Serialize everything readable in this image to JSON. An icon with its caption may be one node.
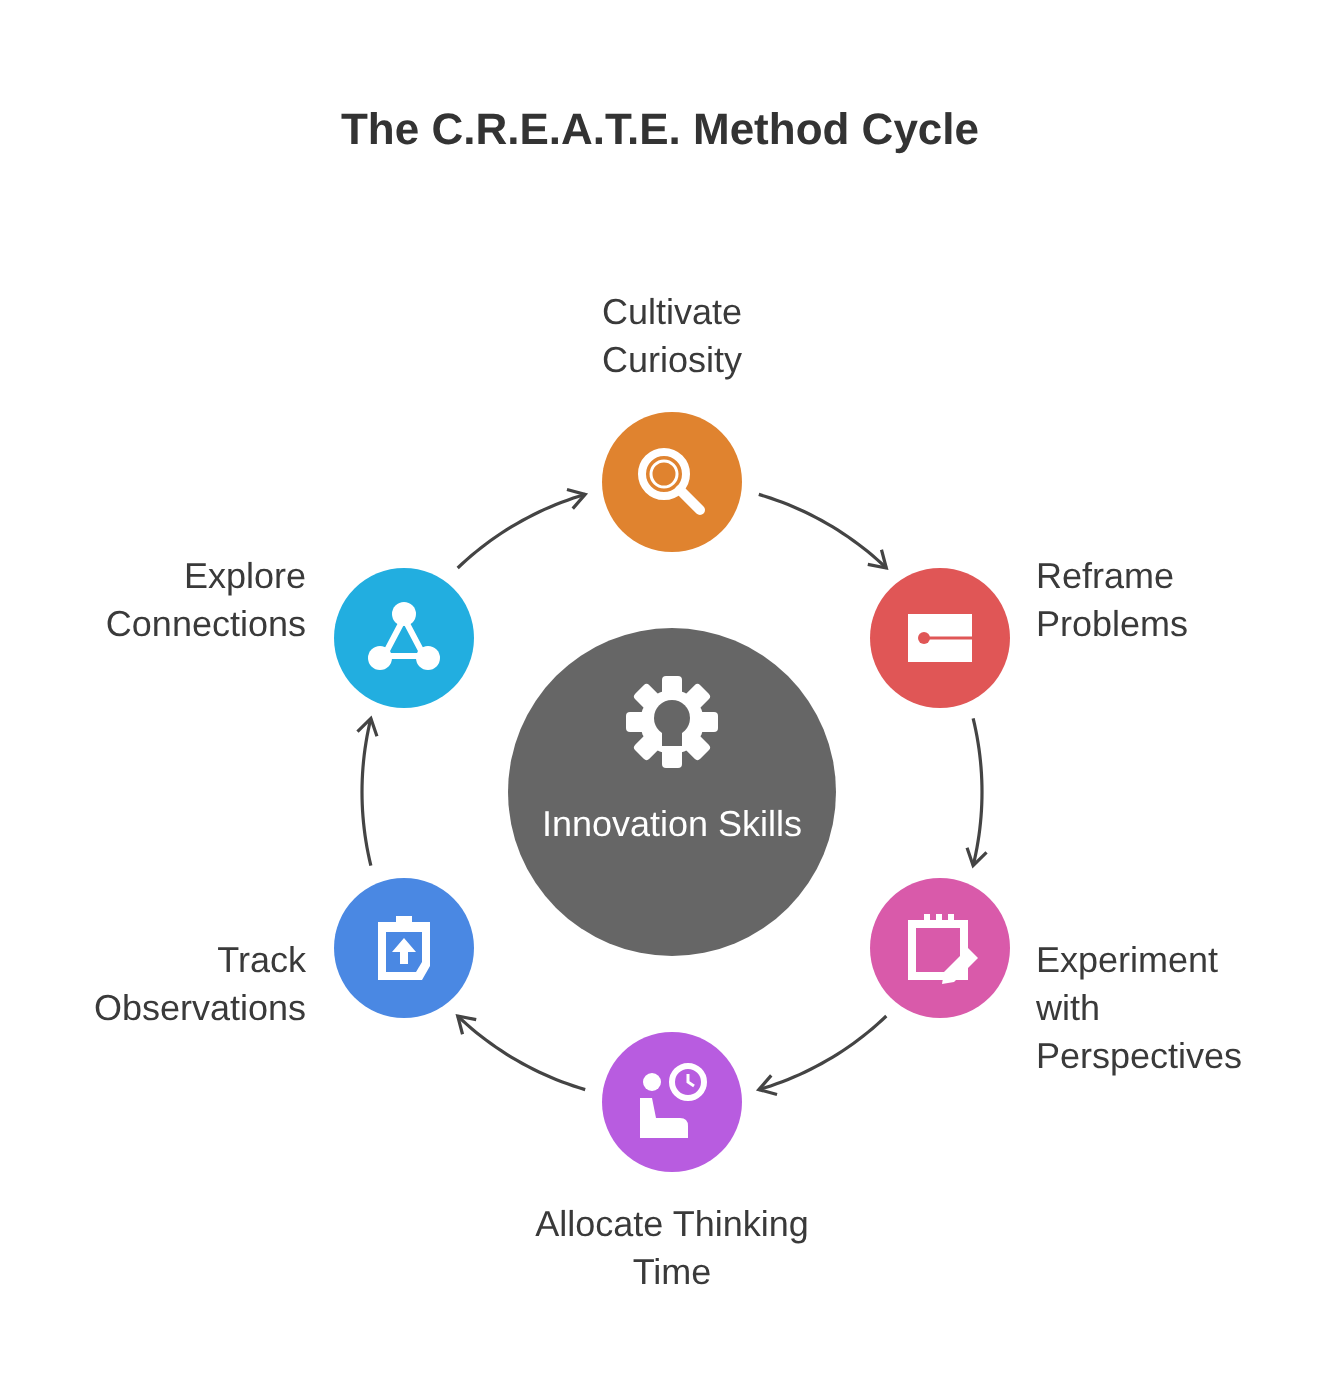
{
  "diagram": {
    "title": "The C.R.E.A.T.E. Method Cycle",
    "nodes": [
      {
        "text": [
          "Innovation Skills"
        ]
      },
      {
        "text": [
          "Cultivate Curiosity"
        ]
      },
      {
        "text": [
          "Reframe Problems"
        ]
      },
      {
        "text": [
          "Experiment with Perspectives"
        ]
      },
      {
        "text": [
          "Allocate Thinking Time"
        ]
      },
      {
        "text": [
          "Track Observations"
        ]
      },
      {
        "text": [
          "Explore Connections"
        ]
      }
    ],
    "edges": [
      {
        "from": 1,
        "to": 2,
        "arrow": "to"
      },
      {
        "from": 2,
        "to": 3,
        "arrow": "to"
      },
      {
        "from": 3,
        "to": 4,
        "arrow": "to"
      },
      {
        "from": 4,
        "to": 5,
        "arrow": "to"
      },
      {
        "from": 5,
        "to": 6,
        "arrow": "to"
      },
      {
        "from": 6,
        "to": 1,
        "arrow": "to"
      }
    ]
  }
}
